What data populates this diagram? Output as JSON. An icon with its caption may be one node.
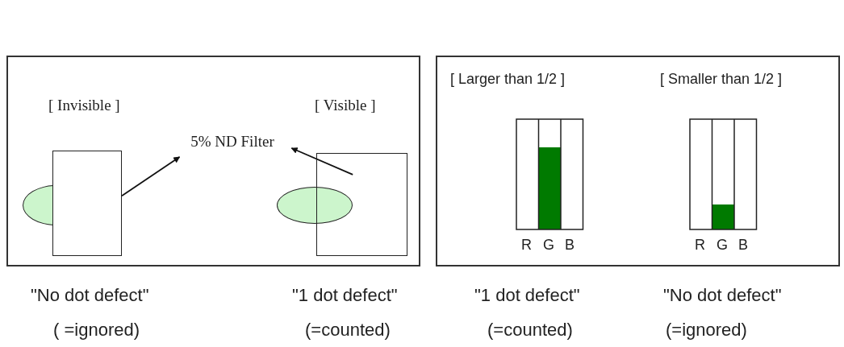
{
  "diagram": {
    "nodes": [
      {
        "text": [],
        "shape": "ellipse"
      },
      {
        "text": [],
        "shape": "box"
      },
      {
        "text": [
          "5% ND Filter"
        ]
      },
      {
        "text": [],
        "shape": "ellipse"
      },
      {
        "text": [],
        "shape": "box"
      }
    ],
    "edges": [
      {
        "from": 1,
        "to": 2,
        "arrow": "to"
      },
      {
        "from": 4,
        "to": 2,
        "arrow": "to"
      }
    ],
    "labels": [
      "[ Invisible ]",
      "[ Visible ]",
      "[ Larger than 1/2 ]",
      "[ Smaller than 1/2 ]",
      "R",
      "G",
      "B",
      "R",
      "G",
      "B",
      "\"No dot defect\"",
      "( =ignored)",
      "\"1 dot defect\"",
      "(=counted)",
      "\"1 dot defect\"",
      "(=counted)",
      "\"No dot defect\"",
      "(=ignored)"
    ]
  }
}
